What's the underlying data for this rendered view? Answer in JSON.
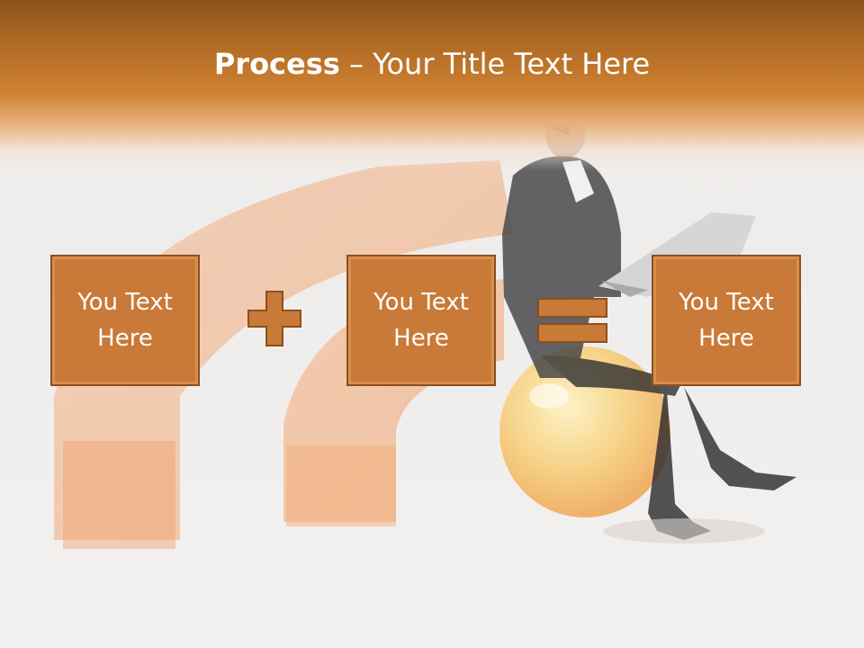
{
  "slide": {
    "title_bold": "Process",
    "title_rest": " – Your Title Text Here"
  },
  "boxes": [
    {
      "text": "You Text Here"
    },
    {
      "text": "You Text Here"
    },
    {
      "text": "You Text Here"
    }
  ],
  "operators": [
    "plus-icon",
    "equals-icon"
  ],
  "colors": {
    "header": "#cf8232",
    "box_fill": "#c97a38",
    "box_border": "#8d4f1e",
    "background": "#f0ecea"
  }
}
